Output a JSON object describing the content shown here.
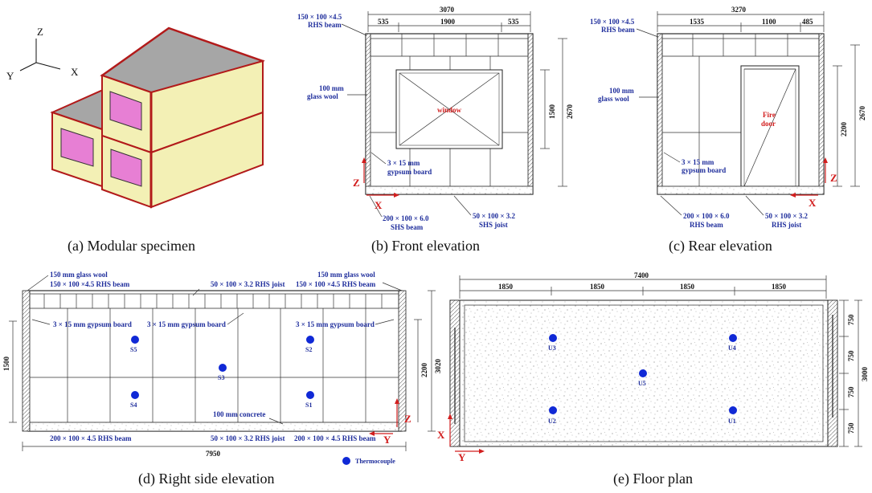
{
  "captions": {
    "a": "(a) Modular specimen",
    "b": "(b) Front elevation",
    "c": "(c) Rear elevation",
    "d": "(d) Right side elevation",
    "e": "(e) Floor plan"
  },
  "axes": {
    "x": "X",
    "y": "Y",
    "z": "Z"
  },
  "front": {
    "rhs_beam": [
      "150 × 100 ×4.5",
      "RHS beam"
    ],
    "glass_wool": [
      "100 mm",
      "glass wool"
    ],
    "gypsum": [
      "3 × 15 mm",
      "gypsum board"
    ],
    "shs_beam": [
      "200 × 100 × 6.0",
      "SHS beam"
    ],
    "shs_joist": [
      "50 × 100 × 3.2",
      "SHS joist"
    ],
    "dim_total": "3070",
    "dim_left": "535",
    "dim_mid": "1900",
    "dim_right": "535",
    "dim_window_h": "1500",
    "dim_height": "2670",
    "window": "window"
  },
  "rear": {
    "rhs_beam": [
      "150 × 100 ×4.5",
      "RHS beam"
    ],
    "glass_wool": [
      "100 mm",
      "glass wool"
    ],
    "gypsum": [
      "3 × 15 mm",
      "gypsum board"
    ],
    "rhs_beam2": [
      "200 × 100 × 6.0",
      "RHS beam"
    ],
    "rhs_joist": [
      "50 × 100 × 3.2",
      "RHS joist"
    ],
    "dim_total": "3270",
    "dim_left": "1535",
    "dim_mid": "1100",
    "dim_right": "485",
    "dim_door_h": "2200",
    "dim_height": "2670",
    "door": [
      "Fire",
      "door"
    ]
  },
  "side": {
    "glass_wool_l": "150 mm glass wool",
    "rhs_beam_l": "150 × 100 ×4.5 RHS beam",
    "joist_top": "50 × 100 × 3.2 RHS joist",
    "glass_wool_r": "150 mm glass wool",
    "rhs_beam_r": "150 × 100 ×4.5 RHS beam",
    "gypsum_l": "3 × 15 mm gypsum board",
    "gypsum_m": "3 × 15 mm gypsum board",
    "gypsum_r": "3 × 15 mm gypsum board",
    "concrete": "100 mm concrete",
    "beam_bl": "200 × 100 × 4.5 RHS beam",
    "joist_bot": "50 × 100 × 3.2 RHS joist",
    "beam_br": "200 × 100 × 4.5 RHS beam",
    "dim_length": "7950",
    "dim_left_h": "1500",
    "dim_h1": "2200",
    "dim_h2": "3020",
    "thermocouple": "Thermocouple",
    "sensors": [
      "S5",
      "S2",
      "S3",
      "S4",
      "S1"
    ]
  },
  "plan": {
    "dim_total": "7400",
    "dims_top": [
      "1850",
      "1850",
      "1850",
      "1850"
    ],
    "dims_right": [
      "750",
      "750",
      "750",
      "750"
    ],
    "dim_width": "3000",
    "sensors": [
      "U3",
      "U4",
      "U5",
      "U2",
      "U1"
    ]
  },
  "colors": {
    "label_blue": "#1f2e9c",
    "annotation_red": "#d21e1e",
    "wall_yellow": "#f3f0b5",
    "window_pink": "#e77fd4",
    "roof_gray": "#a6a6a6",
    "beam_red": "#b21a1a",
    "sensor_blue": "#1029d6"
  }
}
